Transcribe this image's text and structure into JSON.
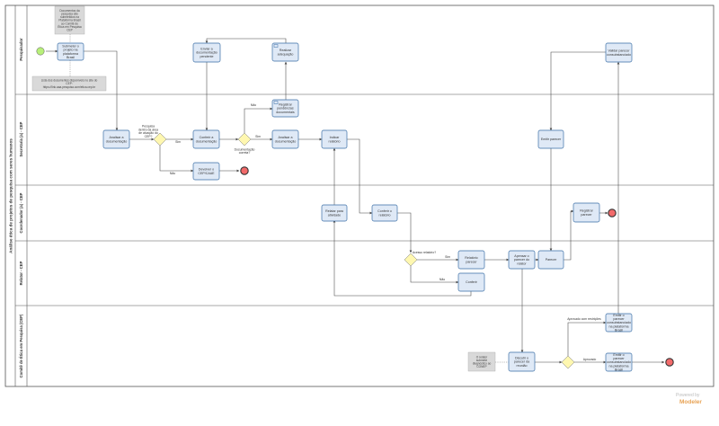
{
  "diagram": {
    "pool_title": "Análise ética de projetos de pesquisa com seres humanos",
    "lanes": [
      {
        "id": "pesquisador",
        "label": "Pesquisador"
      },
      {
        "id": "secretaria",
        "label": "Secretaria (a) - CEP"
      },
      {
        "id": "coordenador",
        "label": "Coordenador (a) - CEP"
      },
      {
        "id": "relator",
        "label": "Relator - CEP"
      },
      {
        "id": "conep",
        "label": "Comitê de Ética em Pesquisa (CEP)"
      }
    ],
    "tasks": [
      {
        "id": "t1",
        "label": "Submeter o projeto na plataforma Brasil"
      },
      {
        "id": "t2",
        "label": "Enviar a documentação pendente"
      },
      {
        "id": "t3",
        "label": "Realizar adequação"
      },
      {
        "id": "t4",
        "label": "Analisar a documentação"
      },
      {
        "id": "t5",
        "label": "Conferir a documentação"
      },
      {
        "id": "t6",
        "label": "Registrar pendências documentais"
      },
      {
        "id": "t7",
        "label": "Analisar a documentação"
      },
      {
        "id": "t8",
        "label": "Indicar relatório"
      },
      {
        "id": "t9",
        "label": "Devolver o CEP/CAAE"
      },
      {
        "id": "t10",
        "label": "Emitir parecer"
      },
      {
        "id": "t11",
        "label": "Relatar para atividade"
      },
      {
        "id": "t12",
        "label": "Conferir o relatório"
      },
      {
        "id": "t13",
        "label": "Registrar parecer"
      },
      {
        "id": "t14",
        "label": "Relatório parecer"
      },
      {
        "id": "t15",
        "label": "Apensar o parecer do relator"
      },
      {
        "id": "t16",
        "label": "Conferir"
      },
      {
        "id": "t17",
        "label": "Parecer"
      },
      {
        "id": "t18",
        "label": "Validar parecer consubstanciado"
      },
      {
        "id": "t19",
        "label": "Discutir o parecer da reunião"
      },
      {
        "id": "t20",
        "label": "Emitir o parecer consubstanciado na plataforma Brasil"
      },
      {
        "id": "t21",
        "label": "Emitir o parecer consubstanciado na plataforma Brasil"
      }
    ],
    "gateways": [
      {
        "id": "g1",
        "label": "Pesquisa dentro da área de atuação do CEP?"
      },
      {
        "id": "g2",
        "label": "Documentação correta?"
      },
      {
        "id": "g3",
        "label": "Acesso relatório?"
      },
      {
        "id": "g4",
        "label": ""
      }
    ],
    "edge_labels": {
      "sim1": "Sim",
      "nao1": "Não",
      "nao2": "Não",
      "sim2": "Sim",
      "sim3": "Sim",
      "nao3": "Não",
      "aprov": "Aprovado com restrições",
      "aprovado": "Aprovado"
    },
    "notes": {
      "n1": "Documentos da pesquisa são submetidos na Plataforma Brasil ao Comitê de Ética em Pesquisa CEP",
      "n2": "Lista dos documentos disponíveis no site do CEP: https://link.aaa.pesquisa.com/etica.cep.br",
      "n3": "O relator submete diagnóstico ao CONEP"
    },
    "footer": {
      "line1": "Powered by",
      "brand": "Modeler"
    }
  },
  "colors": {
    "task_fill": "#dfe9f6",
    "task_stroke": "#3a6ea5",
    "gateway_fill": "#fff7b0",
    "start_fill": "#b8f07a",
    "end_fill": "#f26a6a",
    "note_fill": "#d9d9d9",
    "lane_stroke": "#555555"
  }
}
